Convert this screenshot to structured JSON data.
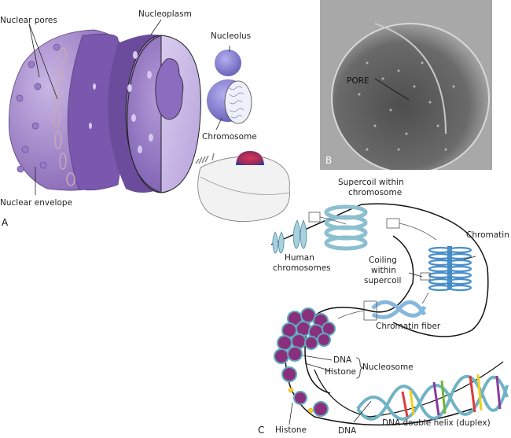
{
  "panels": {
    "a": {
      "letter": "A",
      "labels": {
        "nuclear_pores": "Nuclear pores",
        "nucleoplasm": "Nucleoplasm",
        "nucleolus": "Nucleolus",
        "chromosome": "Chromosome",
        "nuclear_envelope": "Nuclear envelope"
      }
    },
    "b": {
      "letter": "B",
      "labels": {
        "pore": "PORE"
      }
    },
    "c": {
      "letter": "C",
      "labels": {
        "supercoil_line1": "Supercoil within",
        "supercoil_line2": "chromosome",
        "human_line1": "Human",
        "human_line2": "chromosomes",
        "coiling_line1": "Coiling",
        "coiling_line2": "within",
        "coiling_line3": "supercoil",
        "chromatin": "Chromatin",
        "chromatin_fiber": "Chromatin fiber",
        "dna": "DNA",
        "histone": "Histone",
        "nucleosome": "Nucleosome",
        "histone_bottom": "Histone",
        "dna_bottom": "DNA",
        "double_helix": "DNA double helix (duplex)"
      }
    }
  },
  "colors": {
    "nucleus_purple": "#9b7fc4",
    "nucleus_dark": "#6e4fa3",
    "nucleus_light": "#c9b6e4",
    "chromatin_blue": "#4a8fc9",
    "coil_blue": "#9ccbd9",
    "nucleosome_purple": "#8a2f7c",
    "helix_teal": "#6fb3c4"
  }
}
